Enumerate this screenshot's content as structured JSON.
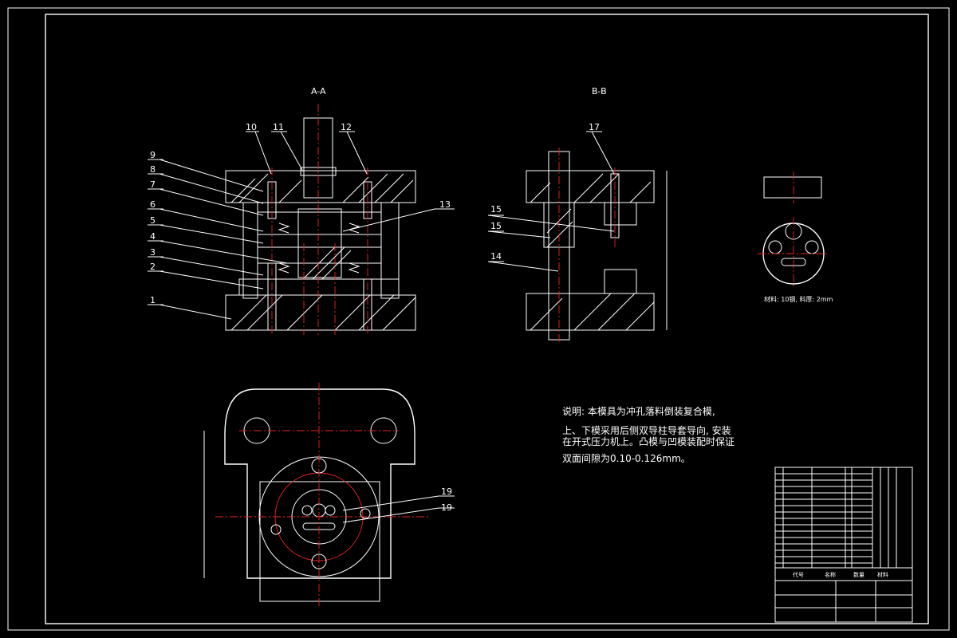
{
  "views": {
    "section_aa_title": "A-A",
    "section_bb_title": "B-B"
  },
  "callouts": {
    "n1": "1",
    "n2": "2",
    "n3": "3",
    "n4": "4",
    "n5": "5",
    "n6": "6",
    "n7": "7",
    "n8": "8",
    "n9": "9",
    "n10": "10",
    "n11": "11",
    "n12": "12",
    "n13": "13",
    "n14": "14",
    "n15a": "15",
    "n15b": "15",
    "n17": "17",
    "n19a": "19",
    "n19b": "19"
  },
  "part_view": {
    "material_note": "材料: 10钢, 料厚: 2mm"
  },
  "notes": {
    "line1": "说明: 本模具为冲孔落料倒装复合模,",
    "line2": "上、下模采用后侧双导柱导套导向, 安装",
    "line3": "在开式压力机上。凸模与凹模装配时保证",
    "line4": "双面间隙为0.10-0.126mm。"
  },
  "title_block": {
    "col_code": "代号",
    "col_name": "名称",
    "col_qty": "数量",
    "col_material": "材料"
  },
  "colors": {
    "background": "#000000",
    "line": "#ffffff",
    "centerline": "#ee2222"
  }
}
